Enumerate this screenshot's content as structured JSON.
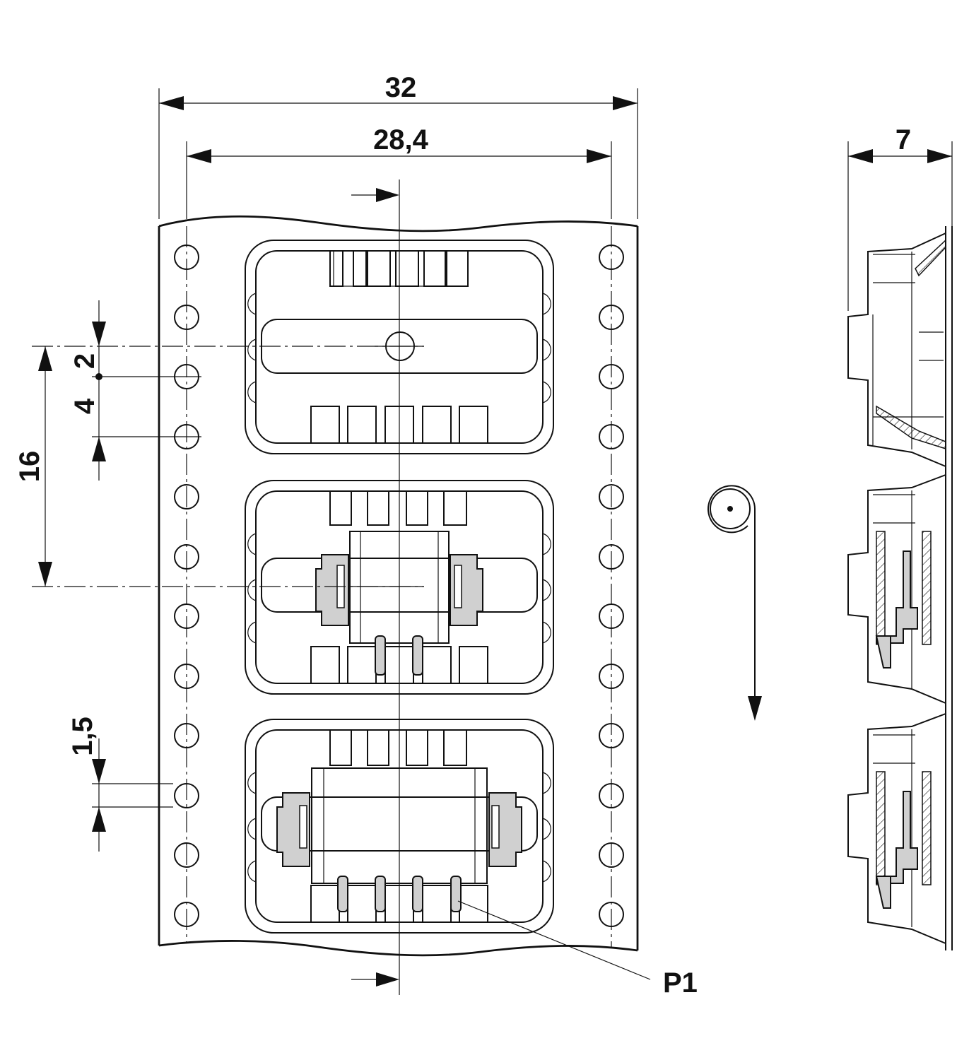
{
  "dimensions": {
    "tape_width": "32",
    "pitch_span": "28,4",
    "pocket_pitch": "16",
    "pocket_offset": "4",
    "hole_offset": "2",
    "hole_diameter": "1,5",
    "tape_thickness": "7"
  },
  "labels": {
    "pin_marker": "P1"
  },
  "icons": {
    "feed_direction": "feed-direction-arrow-icon",
    "reel": "reel-icon"
  }
}
